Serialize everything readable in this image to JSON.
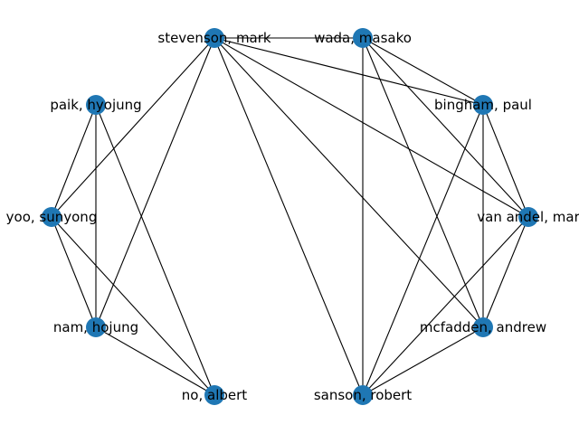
{
  "graph": {
    "node_color": "#1f77b4",
    "edge_color": "#000000",
    "nodes": [
      {
        "id": "stevenson",
        "label": "stevenson, mark"
      },
      {
        "id": "wada",
        "label": "wada, masako"
      },
      {
        "id": "paik",
        "label": "paik, hyojung"
      },
      {
        "id": "bingham",
        "label": "bingham, paul"
      },
      {
        "id": "yoo",
        "label": "yoo, sunyong"
      },
      {
        "id": "vanandel",
        "label": "van andel, mar"
      },
      {
        "id": "nam",
        "label": "nam, hojung"
      },
      {
        "id": "mcfadden",
        "label": "mcfadden, andrew"
      },
      {
        "id": "no",
        "label": "no, albert"
      },
      {
        "id": "sanson",
        "label": "sanson, robert"
      }
    ],
    "edges": [
      [
        "stevenson",
        "wada"
      ],
      [
        "stevenson",
        "bingham"
      ],
      [
        "stevenson",
        "vanandel"
      ],
      [
        "stevenson",
        "mcfadden"
      ],
      [
        "stevenson",
        "sanson"
      ],
      [
        "stevenson",
        "nam"
      ],
      [
        "stevenson",
        "yoo"
      ],
      [
        "wada",
        "bingham"
      ],
      [
        "wada",
        "vanandel"
      ],
      [
        "wada",
        "mcfadden"
      ],
      [
        "wada",
        "sanson"
      ],
      [
        "bingham",
        "vanandel"
      ],
      [
        "bingham",
        "mcfadden"
      ],
      [
        "bingham",
        "sanson"
      ],
      [
        "vanandel",
        "mcfadden"
      ],
      [
        "vanandel",
        "sanson"
      ],
      [
        "mcfadden",
        "sanson"
      ],
      [
        "paik",
        "yoo"
      ],
      [
        "paik",
        "nam"
      ],
      [
        "paik",
        "no"
      ],
      [
        "yoo",
        "nam"
      ],
      [
        "yoo",
        "no"
      ],
      [
        "nam",
        "no"
      ]
    ]
  }
}
